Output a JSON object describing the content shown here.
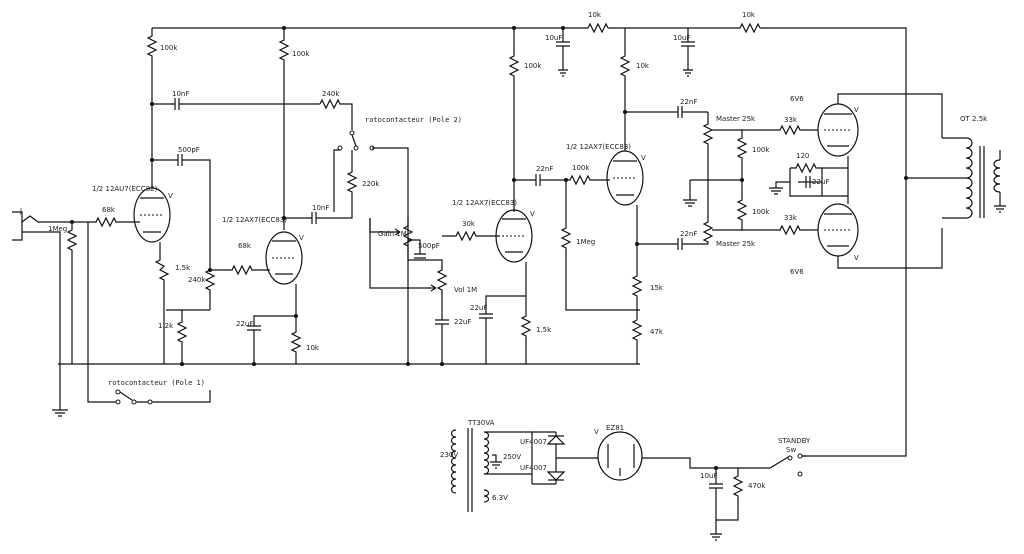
{
  "labels": {
    "r_100k_v1": "100k",
    "r_100k_v2": "100k",
    "r_100k_v3": "100k",
    "r_10k_top1": "10k",
    "r_10k_top2": "10k",
    "c_10uf_1": "10uF",
    "c_10uf_2": "10uF",
    "r_10k_v4": "10k",
    "c_10nf": "10nF",
    "r_240k": "240k",
    "sel2": "rotocontacteur (Pole 2)",
    "c_500pf": "500pF",
    "v1": "1/2 12AU7(ECC82)",
    "input": "J",
    "r_68k_in": "68k",
    "r_1meg": "1Meg",
    "r_15k": "1.5k",
    "r_240k_b": "240k",
    "r_1k2": "1.2k",
    "v2": "1/2 12AX7(ECC83)",
    "r_68k_v2": "68k",
    "c_10nf_b": "10nF",
    "r_220k": "220k",
    "c_22uf_a": "22uF",
    "r_10k_b": "10k",
    "pot_gain": "Gain 1M",
    "c_500pf_b": "500pF",
    "pot_vol": "Vol 1M",
    "c_22uf_b": "22uF",
    "v3": "1/2 12AX7(ECC83)",
    "r_30k": "30k",
    "c_22uf_c": "22uF",
    "r_15k_b": "1.5k",
    "c_22nf_a": "22nF",
    "r_100k_pi": "100k",
    "r_1meg_b": "1Meg",
    "v4": "1/2 12AX7(ECC83)",
    "r_15k_c": "15k",
    "r_47k": "47k",
    "c_22nf_b": "22nF",
    "c_22nf_c": "22nF",
    "master_a": "Master 25k",
    "master_b": "Master 25k",
    "r_100k_bias1": "100k",
    "r_100k_bias2": "100k",
    "r_33k_a": "33k",
    "r_33k_b": "33k",
    "r_120": "120",
    "c_22uf_d": "22uF",
    "p1": "6V6",
    "p2": "6V6",
    "ot": "OT 2.5k",
    "sel1": "rotocontacteur (Pole 1)",
    "pt": "TT30VA",
    "pt_prim": "230V",
    "pt_hv": "250V",
    "pt_6v3": "6.3V",
    "d1": "UF4007",
    "d2": "UF4007",
    "rect": "EZ81",
    "c_10uf_f": "10uF",
    "r_470k": "470k",
    "stby": "STANDBY",
    "stby_sw": "Sw"
  }
}
